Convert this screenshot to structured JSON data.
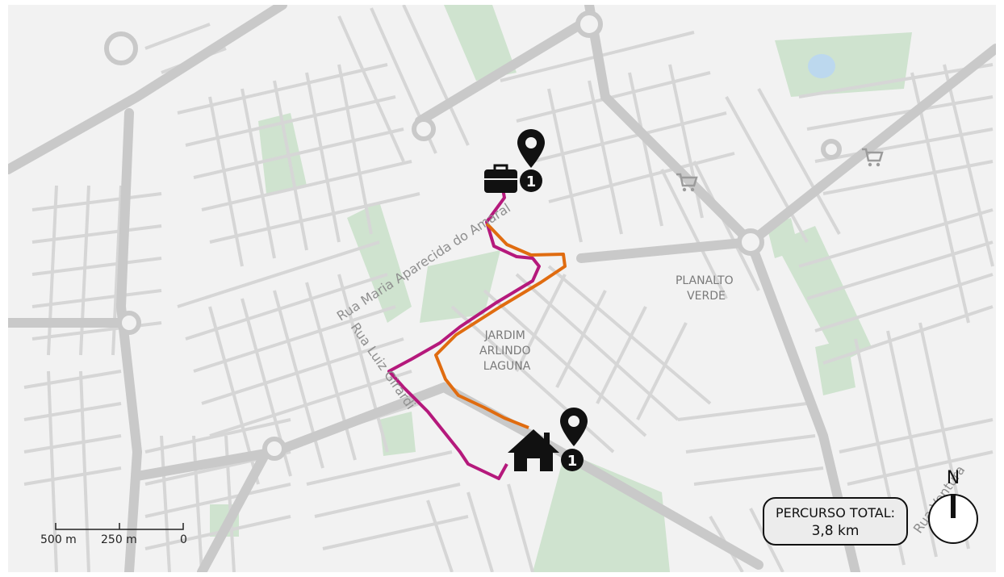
{
  "map": {
    "areas": [
      {
        "id": "planalto-verde",
        "lines": [
          "PLANALTO",
          "VERDE"
        ]
      },
      {
        "id": "jardim-arlindo-laguna",
        "lines": [
          "JARDIM",
          "ARLINDO",
          "LAGUNA"
        ]
      }
    ],
    "streets": [
      {
        "id": "rua-maria-aparecida",
        "label": "Rua Maria Aparecida do Amaral"
      },
      {
        "id": "rua-luiz",
        "label": "Rua Luiz Girardi"
      },
      {
        "id": "rua-ventura",
        "label": "Rua Ventura"
      }
    ],
    "markers": {
      "work": {
        "icon": "briefcase-icon",
        "pin_icon": "map-pin-icon",
        "badge": "1"
      },
      "home": {
        "icon": "house-icon",
        "pin_icon": "map-pin-icon",
        "badge": "1"
      },
      "shops": [
        {
          "icon": "shopping-cart-icon"
        },
        {
          "icon": "shopping-cart-icon"
        }
      ]
    },
    "routes": [
      {
        "id": "route-magenta",
        "color": "#b5197c"
      },
      {
        "id": "route-orange",
        "color": "#e06c10"
      }
    ],
    "scale_bar": {
      "labels": [
        "500 m",
        "250 m",
        "0"
      ]
    },
    "compass": {
      "label": "N"
    },
    "route_summary": {
      "title": "PERCURSO TOTAL:",
      "value": "3,8 km"
    },
    "colors": {
      "background": "#f2f2f2",
      "road": "#d6d6d6",
      "major_road": "#c9c9c9",
      "park": "#cfe3cf",
      "water": "#bcd8ee"
    }
  }
}
